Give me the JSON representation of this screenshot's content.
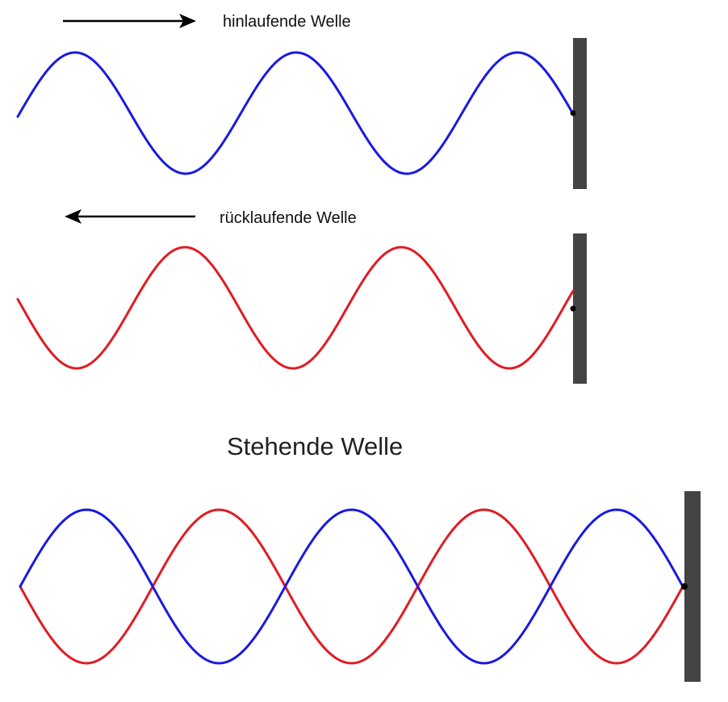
{
  "labels": {
    "incident_wave": "hinlaufende Welle",
    "reflected_wave": "rücklaufende Welle",
    "standing_wave": "Stehende Welle"
  },
  "colors": {
    "incident": "#1a1adf",
    "reflected": "#e01c24",
    "wall": "#444444"
  },
  "icons": {
    "incident_arrow": "arrow-right-icon",
    "reflected_arrow": "arrow-left-icon"
  }
}
